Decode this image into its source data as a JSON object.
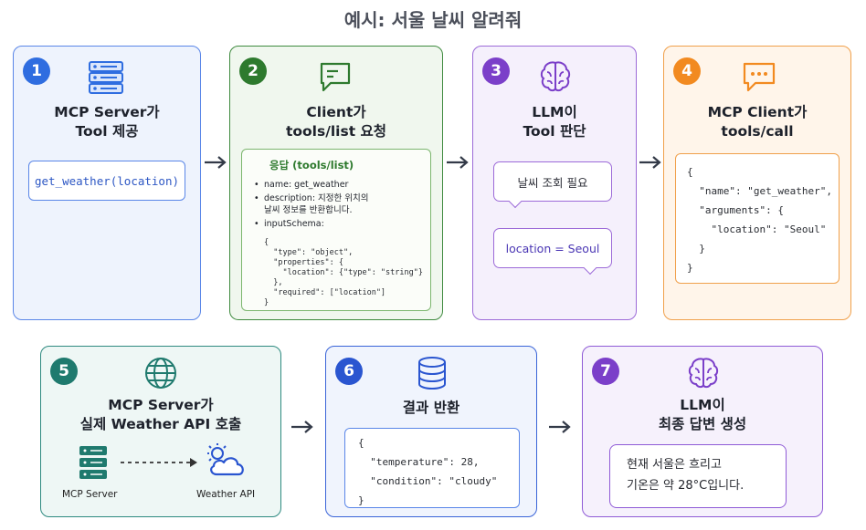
{
  "title": "예시: 서울 날씨 알려줘",
  "steps": [
    {
      "num": "1",
      "title_line1": "MCP Server가",
      "title_line2": "Tool 제공",
      "function_signature": "get_weather(location)"
    },
    {
      "num": "2",
      "title_line1": "Client가",
      "title_line2": "tools/list 요청",
      "response_title": "응답 (tools/list)",
      "response_items": [
        "name: get_weather",
        "description: 지정한 위치의",
        "날씨 정보를 반환합니다.",
        "inputSchema:"
      ],
      "schema_code": "{\n  \"type\": \"object\",\n  \"properties\": {\n    \"location\": {\"type\": \"string\"}\n  },\n  \"required\": [\"location\"]\n}"
    },
    {
      "num": "3",
      "title_line1": "LLM이",
      "title_line2": "Tool 판단",
      "bubble1": "날씨 조회 필요",
      "bubble2": "location = Seoul"
    },
    {
      "num": "4",
      "title_line1": "MCP Client가",
      "title_line2": "tools/call",
      "call_code": "{\n  \"name\": \"get_weather\",\n  \"arguments\": {\n    \"location\": \"Seoul\"\n  }\n}"
    },
    {
      "num": "5",
      "title_line1": "MCP Server가",
      "title_line2": "실제 Weather API 호출",
      "label_server": "MCP Server",
      "label_api": "Weather API"
    },
    {
      "num": "6",
      "title_line1": "결과 반환",
      "result_code": "{\n  \"temperature\": 28,\n  \"condition\": \"cloudy\"\n}"
    },
    {
      "num": "7",
      "title_line1": "LLM이",
      "title_line2": "최종 답변 생성",
      "answer_line1": "현재 서울은 흐리고",
      "answer_line2": "기온은 약 28°C입니다."
    }
  ],
  "colors": {
    "step1": "#2f6de0",
    "step2": "#2e7a2e",
    "step3": "#7b3fc9",
    "step4": "#f28a20",
    "step5": "#1f7a6e",
    "step6": "#2a55d0",
    "step7": "#7b3fc9"
  },
  "icons": [
    "server-icon",
    "chat-icon",
    "brain-icon",
    "message-dots-icon",
    "globe-icon",
    "database-icon",
    "brain-icon",
    "cloud-sun-icon",
    "arrow-right-icon"
  ]
}
